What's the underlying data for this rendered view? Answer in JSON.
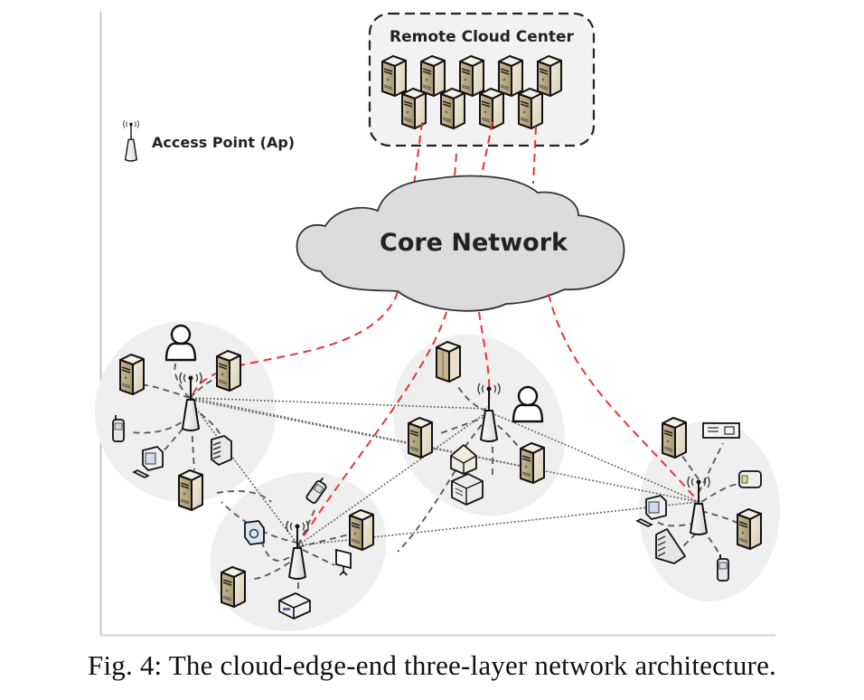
{
  "figure": {
    "caption": "Fig. 4: The cloud-edge-end three-layer network architecture.",
    "cloud_center_label": "Remote Cloud Center",
    "core_network_label": "Core Network",
    "legend": {
      "icon": "access-point-icon",
      "label": "Access Point (Ap)"
    }
  },
  "layers": [
    "cloud",
    "edge",
    "end"
  ],
  "colors": {
    "backhaul_link": "#e8333c",
    "local_link": "#555555",
    "inter_ap_link": "#666666",
    "cluster_fill": "#efefef",
    "cloud_fill": "#dcdcde",
    "server_front": "#e8dfcf",
    "server_side": "#c8b898"
  },
  "clusters": [
    {
      "name": "edge-cluster-1",
      "devices": [
        "user",
        "server",
        "server",
        "phone",
        "desktop",
        "rack",
        "server"
      ]
    },
    {
      "name": "edge-cluster-2",
      "devices": [
        "phone",
        "webcam",
        "server",
        "projector",
        "server",
        "nas-box"
      ]
    },
    {
      "name": "edge-cluster-3",
      "devices": [
        "fridge",
        "user",
        "server",
        "house",
        "printer",
        "server"
      ]
    },
    {
      "name": "edge-cluster-4",
      "devices": [
        "server",
        "switch",
        "media-player",
        "desktop",
        "server",
        "storage",
        "phone"
      ]
    }
  ],
  "remote_servers": 9
}
